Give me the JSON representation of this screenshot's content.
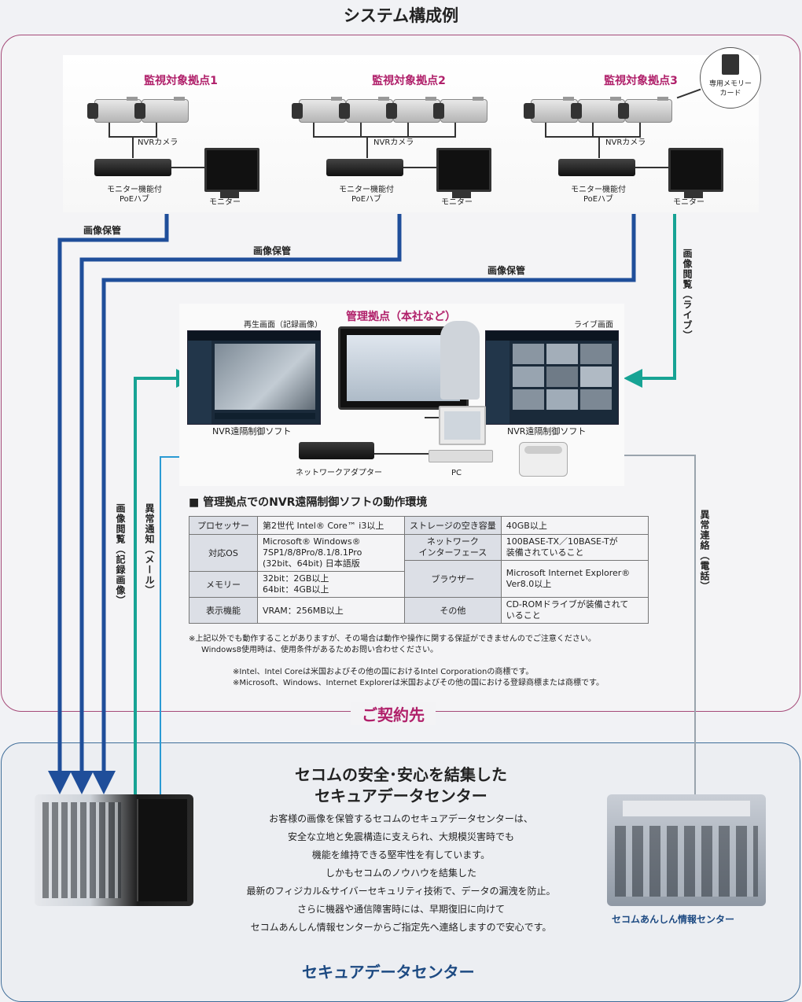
{
  "title": "システム構成例",
  "contractor_label": "ご契約先",
  "datacenter_label": "セキュアデータセンター",
  "sites": [
    {
      "title": "監視対象拠点1",
      "camera_label": "NVRカメラ",
      "hub_label": "モニター機能付\nPoEハブ",
      "monitor_label": "モニター"
    },
    {
      "title": "監視対象拠点2",
      "camera_label": "NVRカメラ",
      "hub_label": "モニター機能付\nPoEハブ",
      "monitor_label": "モニター"
    },
    {
      "title": "監視対象拠点3",
      "camera_label": "NVRカメラ",
      "hub_label": "モニター機能付\nPoEハブ",
      "monitor_label": "モニター"
    }
  ],
  "memory_card_label": "専用メモリー\nカード",
  "flows": {
    "storage": "画像保管",
    "live_view": "画像閲覧（ライブ）",
    "recorded_view": "画像閲覧（記録画像）",
    "alert_mail": "異常通知（メール）",
    "alert_phone": "異常連絡（電話）"
  },
  "hq": {
    "title": "管理拠点（本社など）",
    "playback_label": "再生画面（記録画像）",
    "live_label": "ライブ画面",
    "soft_left": "NVR遠隔制御ソフト",
    "soft_right": "NVR遠隔制御ソフト",
    "adapter_label": "ネットワークアダプター",
    "pc_label": "PC"
  },
  "spec": {
    "heading": "■ 管理拠点でのNVR遠隔制御ソフトの動作環境",
    "left": [
      {
        "label": "プロセッサー",
        "value": "第2世代 Intel® Core™ i3以上"
      },
      {
        "label": "対応OS",
        "value": "Microsoft® Windows®\n7SP1/8/8Pro/8.1/8.1Pro\n(32bit、64bit) 日本語版"
      },
      {
        "label": "メモリー",
        "value": "32bit：2GB以上\n64bit：4GB以上"
      },
      {
        "label": "表示機能",
        "value": "VRAM：256MB以上"
      }
    ],
    "right": [
      {
        "label": "ストレージの空き容量",
        "value": "40GB以上"
      },
      {
        "label": "ネットワーク\nインターフェース",
        "value": "100BASE-TX／10BASE-Tが\n装備されていること"
      },
      {
        "label": "ブラウザー",
        "value": "Microsoft Internet Explorer®\nVer8.0以上"
      },
      {
        "label": "その他",
        "value": "CD-ROMドライブが装備されて\nいること"
      }
    ],
    "note1": "※上記以外でも動作することがありますが、その場合は動作や操作に関する保証ができませんのでご注意ください。",
    "note2": "Windows8使用時は、使用条件があるためお問い合わせください。",
    "note3": "※Intel、Intel Coreは米国およびその他の国におけるIntel Corporationの商標です。",
    "note4": "※Microsoft、Windows、Internet Explorerは米国およびその他の国における登録商標または商標です。"
  },
  "datacenter": {
    "heading_line1": "セコムの安全･安心を結集した",
    "heading_line2": "セキュアデータセンター",
    "body": [
      "お客様の画像を保管するセコムのセキュアデータセンターは、",
      "安全な立地と免震構造に支えられ、大規模災害時でも",
      "機能を維持できる堅牢性を有しています。",
      "しかもセコムのノウハウを結集した",
      "最新のフィジカル&サイバーセキュリティ技術で、データの漏洩を防止。",
      "さらに機器や通信障害時には、早期復旧に向けて",
      "セコムあんしん情報センターからご指定先へ連絡しますので安心です。"
    ],
    "info_center_label": "セコムあんしん情報センター"
  },
  "colors": {
    "storage": "#1f4e9a",
    "live": "#17a394",
    "mail": "#2a9ad4",
    "phone": "#9aa4ad",
    "accent": "#b0206a",
    "navy": "#1d4a82"
  }
}
